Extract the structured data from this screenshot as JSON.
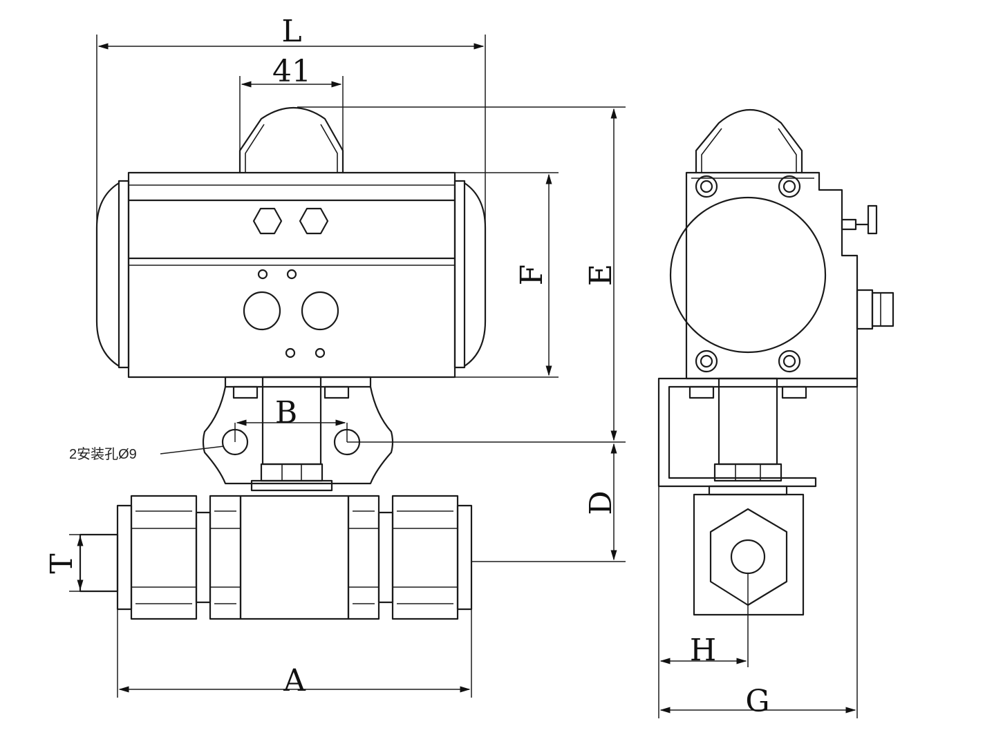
{
  "labels": {
    "L": "L",
    "dim41": "41",
    "E": "E",
    "F": "F",
    "B": "B",
    "D": "D",
    "T": "T",
    "A": "A",
    "H": "H",
    "G": "G",
    "mounting_holes": "2安装孔Ø9"
  }
}
